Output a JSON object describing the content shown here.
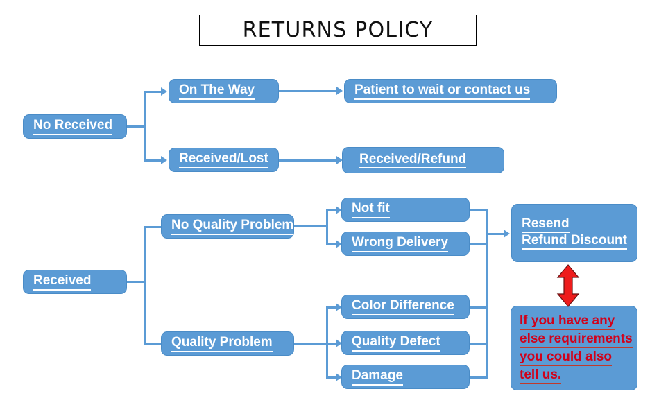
{
  "title": {
    "text": "RETURNS POLICY"
  },
  "colors": {
    "node_fill": "#5b9bd5",
    "node_border": "#4a8cc7",
    "node_text": "#ffffff",
    "note_text": "#d0021b",
    "connector": "#5b9bd5",
    "red_arrow": "#ee1c1c",
    "title_border": "#000000",
    "background": "#ffffff"
  },
  "branches": {
    "not_received": {
      "root": "No Received",
      "children": [
        {
          "label": "On The Way",
          "result": "Patient to wait or contact us"
        },
        {
          "label": "Received/Lost",
          "result": "Received/Refund"
        }
      ]
    },
    "received": {
      "root": "Received",
      "children": [
        {
          "label": "No Quality Problem",
          "reasons": [
            "Not fit",
            "Wrong Delivery"
          ]
        },
        {
          "label": "Quality Problem",
          "reasons": [
            "Color Difference",
            "Quality Defect",
            "Damage"
          ]
        }
      ],
      "outcome": {
        "line1": "Resend",
        "line2": "Refund Discount"
      }
    }
  },
  "note": {
    "lines": [
      "If you have any",
      "else requirements",
      "you could also",
      "tell us."
    ]
  },
  "icons": {
    "red_double_arrow": "double-headed-vertical-arrow"
  }
}
